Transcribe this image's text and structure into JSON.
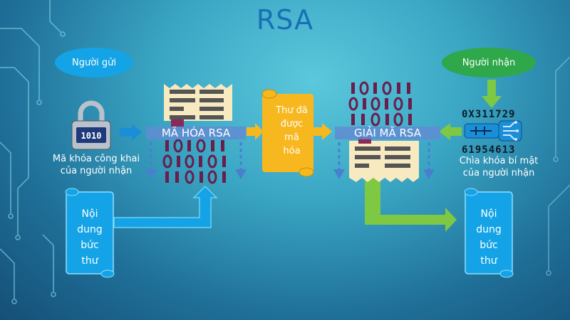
{
  "title": "RSA",
  "sender": {
    "label": "Người gửi"
  },
  "receiver": {
    "label": "Người nhận"
  },
  "public_key": {
    "caption_line1": "Mã khóa công khai",
    "caption_line2": "của người nhận",
    "lock_code": "1010"
  },
  "private_key": {
    "hex_top": "0X311729",
    "hex_bottom": "61954613",
    "caption_line1": "Chìa khóa bí mật",
    "caption_line2": "của người nhận"
  },
  "encrypt": {
    "label": "MÃ HÓA RSA"
  },
  "decrypt": {
    "label": "GIẢI MÃ RSA"
  },
  "encrypted_letter": {
    "line1": "Thư đã",
    "line2": "được",
    "line3": "mã",
    "line4": "hóa"
  },
  "plaintext_left": {
    "line1": "Nội",
    "line2": "dung",
    "line3": "bức",
    "line4": "thư"
  },
  "plaintext_right": {
    "line1": "Nội",
    "line2": "dung",
    "line3": "bức",
    "line4": "thư"
  },
  "colors": {
    "sender": "#14a3e6",
    "receiver": "#2ea84a",
    "encrypted_scroll": "#f7b81f",
    "plain_scroll": "#14a3e6",
    "paper": "#f7e9c0",
    "bits": "#6a1e4c"
  }
}
